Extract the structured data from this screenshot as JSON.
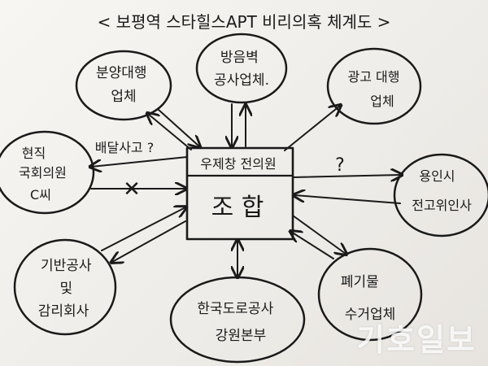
{
  "title": "< 보평역 스타힐스APT 비리의혹 체계도 >",
  "center": {
    "top_label": "우제창 전의원",
    "main_label": "조 합"
  },
  "nodes": [
    {
      "id": "bunyang",
      "lines": [
        "분양대행",
        "업체"
      ]
    },
    {
      "id": "bangeum",
      "lines": [
        "방음벽",
        "공사업체."
      ]
    },
    {
      "id": "gwanggo",
      "lines": [
        "광고 대행",
        "업체"
      ]
    },
    {
      "id": "hyeonjik",
      "lines": [
        "현직",
        "국회의원",
        "C씨"
      ]
    },
    {
      "id": "yongin",
      "lines": [
        "용인시",
        "전고위인사"
      ]
    },
    {
      "id": "giban",
      "lines": [
        "기반공사",
        "및",
        "감리회사"
      ]
    },
    {
      "id": "doro",
      "lines": [
        "한국도로공사",
        "강원본부"
      ]
    },
    {
      "id": "pyegi",
      "lines": [
        "폐기물",
        "수거업체"
      ]
    }
  ],
  "annotations": {
    "baedal": "배달사고 ?",
    "question": "?",
    "cross": "✕"
  },
  "watermark": "기호일보"
}
